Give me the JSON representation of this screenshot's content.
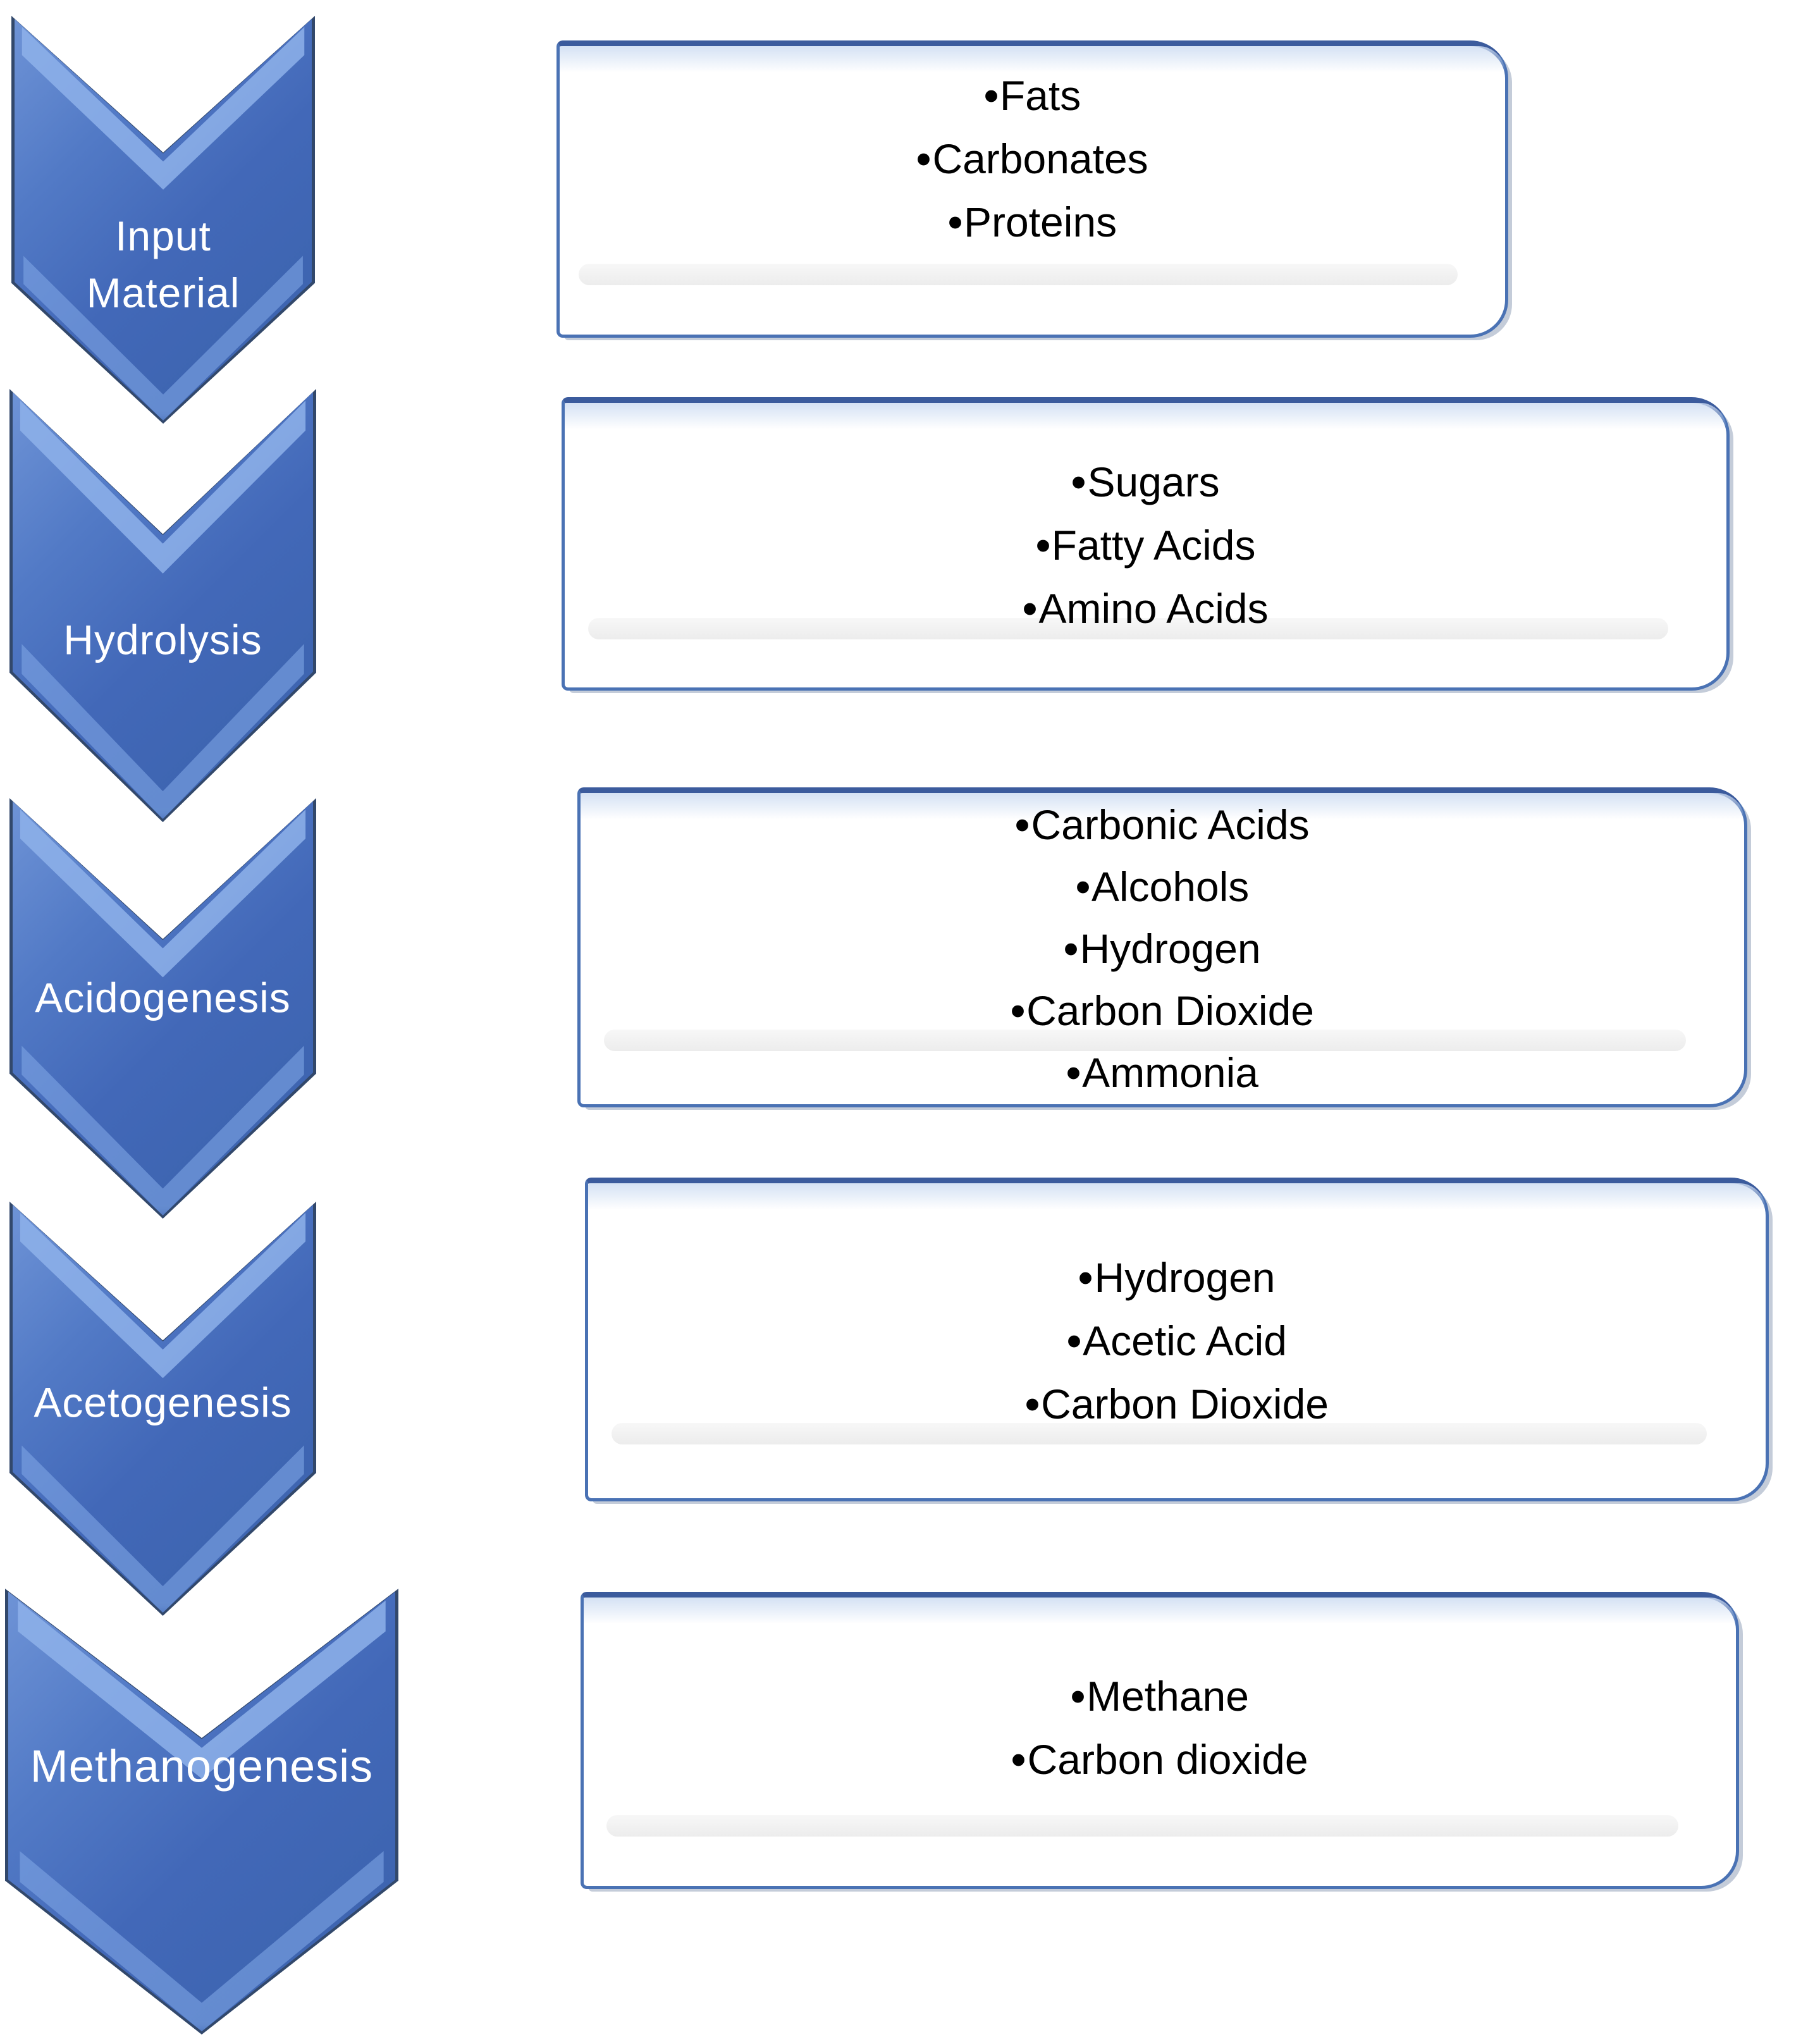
{
  "diagram_type": "process-flow",
  "glyphs": {
    "bullet": "•"
  },
  "colors": {
    "chevron_fill": "#4470c0",
    "chevron_highlight": "#8fb2ea",
    "chevron_edge": "#32486b",
    "box_border": "#4a72b4",
    "box_border_top": "#3b5b9d",
    "box_background": "#ffffff",
    "stage_label_text": "#ffffff",
    "item_text": "#000000"
  },
  "stages": [
    {
      "label": "Input Material",
      "items": [
        "Fats",
        "Carbonates",
        "Proteins"
      ]
    },
    {
      "label": "Hydrolysis",
      "items": [
        "Sugars",
        "Fatty Acids",
        "Amino Acids"
      ]
    },
    {
      "label": "Acidogenesis",
      "items": [
        "Carbonic Acids",
        "Alcohols",
        "Hydrogen",
        "Carbon Dioxide",
        "Ammonia"
      ]
    },
    {
      "label": "Acetogenesis",
      "items": [
        "Hydrogen",
        "Acetic Acid",
        "Carbon Dioxide"
      ]
    },
    {
      "label": "Methanogenesis",
      "items": [
        "Methane",
        "Carbon dioxide"
      ]
    }
  ]
}
